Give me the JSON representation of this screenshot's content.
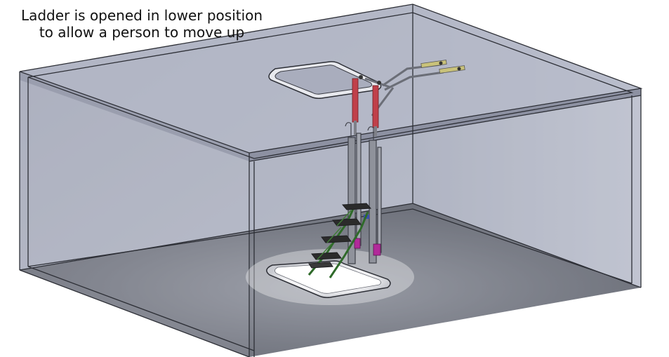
{
  "caption": {
    "line1": "Ladder is opened in lower position",
    "line2": "to allow a person to move up"
  },
  "scene": {
    "subject": "attic-ladder-in-room",
    "ladder_state": "opened-lower-position",
    "colors": {
      "room_wall": "#9aa0b4",
      "floor": "#5b5e68",
      "ceiling_slab": "#b8bcca",
      "gas_spring": "#c0404a",
      "ladder_frame": "#2f6a2a",
      "steps": "#2b2b2b",
      "magenta_parts": "#b22a9a",
      "hatch_light": "#ffffff"
    }
  }
}
